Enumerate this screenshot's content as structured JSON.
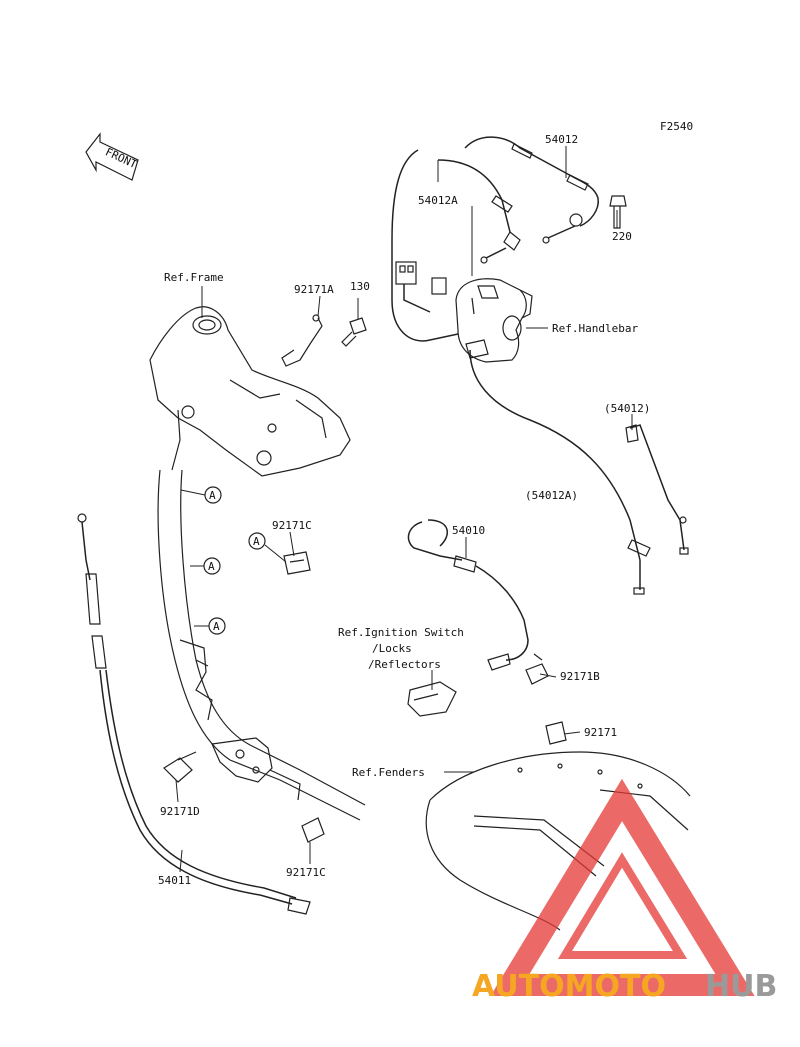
{
  "figure_code": "F2540",
  "front_arrow": "FRONT",
  "labels": {
    "p54012": "54012",
    "p54012a": "54012A",
    "p220": "220",
    "ref_frame": "Ref.Frame",
    "p92171a": "92171A",
    "p130": "130",
    "ref_handlebar": "Ref.Handlebar",
    "p54012_paren": "(54012)",
    "p54012a_paren": "(54012A)",
    "p92171c_top": "92171C",
    "p54010": "54010",
    "ref_ignition": "Ref.Ignition Switch",
    "locks": "/Locks",
    "reflectors": "/Reflectors",
    "p92171b": "92171B",
    "p92171": "92171",
    "ref_fenders": "Ref.Fenders",
    "p92171d": "92171D",
    "p92171c_bottom": "92171C",
    "p54011": "54011"
  },
  "callout_letter": "A",
  "watermark": {
    "part1": "AUTOMOTO",
    "part2": "HUB",
    "color1": "#f5a623",
    "color2": "#9a9a9a",
    "triangle_color": "#e53935"
  }
}
